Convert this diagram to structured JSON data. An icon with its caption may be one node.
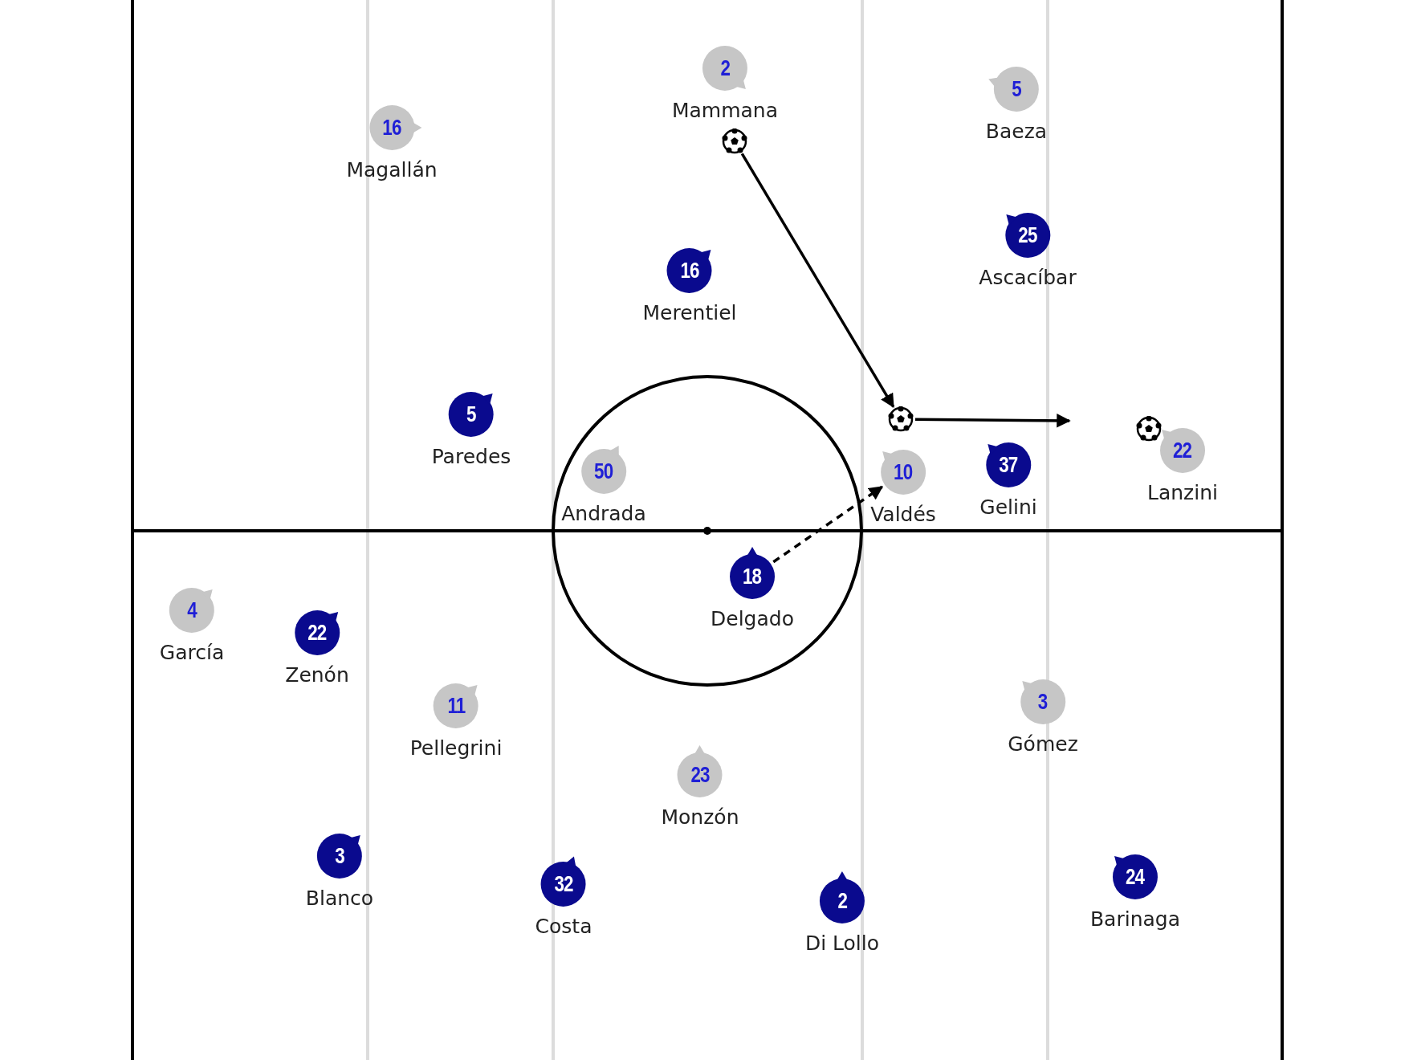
{
  "diagram": {
    "nodes": [
      {
        "text": [
          "2",
          "Mammana"
        ]
      },
      {
        "text": [
          "5",
          "Baeza"
        ]
      },
      {
        "text": [
          "16",
          "Magallán"
        ]
      },
      {
        "text": [],
        "shape": "picture"
      },
      {
        "text": [
          "25",
          "Ascacíbar"
        ]
      },
      {
        "text": [
          "16",
          "Merentiel"
        ]
      },
      {
        "text": [
          "5",
          "Paredes"
        ]
      },
      {
        "text": [],
        "shape": "picture"
      },
      {
        "text": [],
        "shape": "picture"
      },
      {
        "text": [
          "22",
          "Lanzini"
        ]
      },
      {
        "text": [
          "37",
          "Gelini"
        ]
      },
      {
        "text": [
          "50",
          "Andrada"
        ]
      },
      {
        "text": [
          "10",
          "Valdés"
        ]
      },
      {
        "text": [
          "18",
          "Delgado"
        ]
      },
      {
        "text": [
          "4",
          "García"
        ]
      },
      {
        "text": [
          "22",
          "Zenón"
        ]
      },
      {
        "text": [
          "3",
          "Gómez"
        ]
      },
      {
        "text": [
          "11",
          "Pellegrini"
        ]
      },
      {
        "text": [
          "23",
          "Monzón"
        ]
      },
      {
        "text": [
          "3",
          "Blanco"
        ]
      },
      {
        "text": [
          "32",
          "Costa"
        ]
      },
      {
        "text": [
          "24",
          "Barinaga"
        ]
      },
      {
        "text": [
          "2",
          "Di Lollo"
        ]
      }
    ],
    "edges": [
      {
        "from": 3,
        "to": 7,
        "arrow": "to"
      },
      {
        "from": 7,
        "to": null,
        "arrow": "to"
      },
      {
        "from": 13,
        "to": 12,
        "arrow": "to",
        "style": "dashed"
      }
    ]
  }
}
